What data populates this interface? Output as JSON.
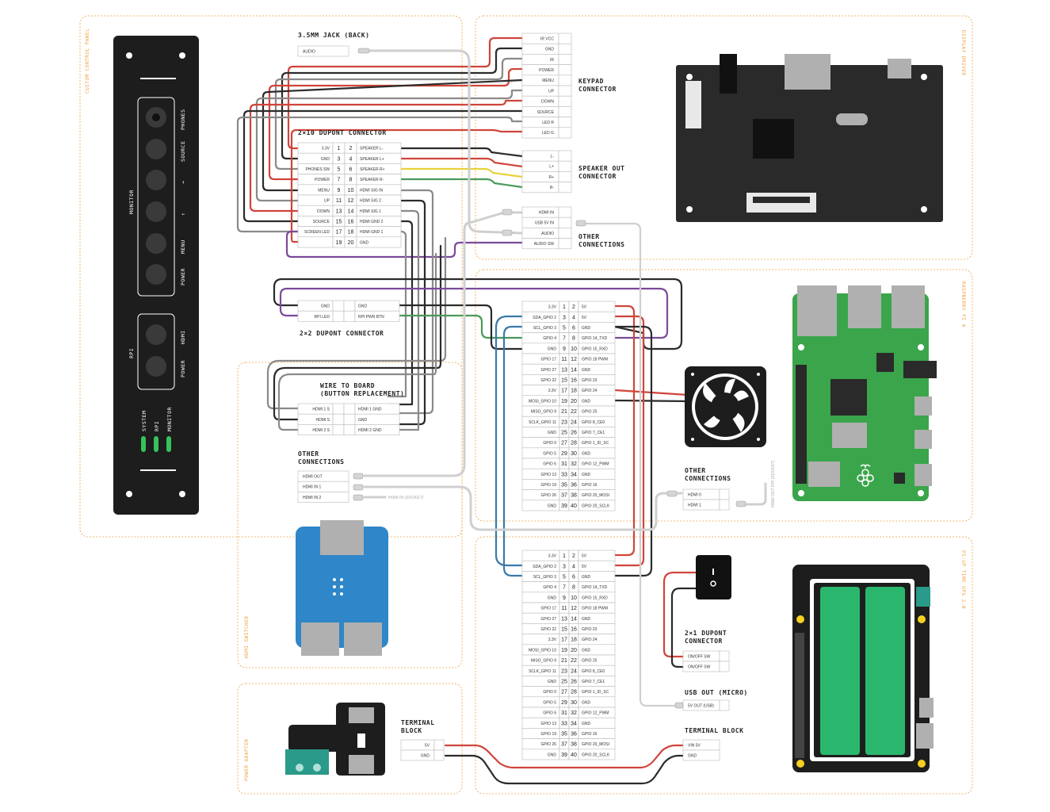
{
  "sections": {
    "custom_control_panel": "CUSTOM CONTROL PANEL",
    "display_driver": "DISPLAY DRIVER",
    "raspberry_pi": "RASPBERRY PI 4",
    "ups": "PI-UP TIME UPS 2.0",
    "hdmi_switcher": "HDMI SWITCHER",
    "power_adapter": "POWER ADAPTER"
  },
  "panel": {
    "monitor": "MONITOR",
    "rpi": "RPI",
    "buttons": [
      "PHONES",
      "SOURCE",
      "→",
      "↑",
      "MENU",
      "POWER"
    ],
    "rpi_buttons": [
      "HDMI",
      "POWER"
    ],
    "leds": [
      "SYSTEM",
      "RPI",
      "MONITOR"
    ]
  },
  "labels": {
    "jack": "3.5MM JACK (BACK)",
    "dupont_2x10": "2×10 DUPONT CONNECTOR",
    "keypad": [
      "KEYPAD",
      "CONNECTOR"
    ],
    "speaker_out": [
      "SPEAKER OUT",
      "CONNECTOR"
    ],
    "other_connections_dd": [
      "OTHER",
      "CONNECTIONS"
    ],
    "dupont_2x2": "2×2 DUPONT CONNECTOR",
    "wire_to_board": [
      "WIRE TO BOARD",
      "(BUTTON REPLACEMENT)"
    ],
    "other_connections_sw": [
      "OTHER",
      "CONNECTIONS"
    ],
    "other_connections_pi": [
      "OTHER",
      "CONNECTIONS"
    ],
    "dupont_2x1": [
      "2×1 DUPONT",
      "CONNECTOR"
    ],
    "usb_out": "USB OUT (MICRO)",
    "terminal_block_left": [
      "TERMINAL",
      "BLOCK"
    ],
    "terminal_block_right": "TERMINAL BLOCK",
    "hdmi_in_socket": "HDMI IN (SOCKET)",
    "hdmi_out_rpi": "HDMI OUT RPI (SOCKET)"
  },
  "jack_table": [
    "AUDIO"
  ],
  "keypad_table": [
    "IR VCC",
    "GND",
    "IR",
    "POWER",
    "MENU",
    "UP",
    "DOWN",
    "SOURCE",
    "LED R",
    "LED G"
  ],
  "speaker_table": [
    "L-",
    "L+",
    "R+",
    "R-"
  ],
  "other_dd_table": [
    "HDMI IN",
    "USB 5V IN",
    "AUDIO",
    "AUDIO SW"
  ],
  "dupont_2x10_rows": [
    {
      "l": "3.3V",
      "a": "1",
      "b": "2",
      "r": "SPEAKER L-"
    },
    {
      "l": "GND",
      "a": "3",
      "b": "4",
      "r": "SPEAKER L+"
    },
    {
      "l": "PHONES SW",
      "a": "5",
      "b": "6",
      "r": "SPEAKER R+"
    },
    {
      "l": "POWER",
      "a": "7",
      "b": "8",
      "r": "SPEAKER R-"
    },
    {
      "l": "MENU",
      "a": "9",
      "b": "10",
      "r": "HDMI SIG IN"
    },
    {
      "l": "UP",
      "a": "11",
      "b": "12",
      "r": "HDMI SIG 2"
    },
    {
      "l": "DOWN",
      "a": "13",
      "b": "14",
      "r": "HDMI SIG 1"
    },
    {
      "l": "SOURCE",
      "a": "15",
      "b": "16",
      "r": "HDMI GND 2"
    },
    {
      "l": "SCREEN LED",
      "a": "17",
      "b": "18",
      "r": "HDMI GND 1"
    },
    {
      "l": "",
      "a": "19",
      "b": "20",
      "r": "GND"
    }
  ],
  "dupont_2x2_rows": [
    {
      "l": "GND",
      "r": "GND"
    },
    {
      "l": "RPI LED",
      "r": "RPI PWR BTN"
    }
  ],
  "wire_board_rows": [
    {
      "l": "HDMI 1 S",
      "r": "HDMI 1 GND"
    },
    {
      "l": "HDMI S",
      "r": "GND"
    },
    {
      "l": "HDMI 2 S",
      "r": "HDMI 2 GND"
    }
  ],
  "switcher_table": [
    "HDMI OUT",
    "HDMI IN 1",
    "HDMI IN 2"
  ],
  "pi_other_table": [
    "HDMI 0",
    "HDMI 1"
  ],
  "gpio_rows": [
    {
      "l": "3.3V",
      "a": "1",
      "b": "2",
      "r": "5V"
    },
    {
      "l": "SDA_GPIO 2",
      "a": "3",
      "b": "4",
      "r": "5V"
    },
    {
      "l": "SCL_GPIO 3",
      "a": "5",
      "b": "6",
      "r": "GND"
    },
    {
      "l": "GPIO 4",
      "a": "7",
      "b": "8",
      "r": "GPIO 14_TXD"
    },
    {
      "l": "GND",
      "a": "9",
      "b": "10",
      "r": "GPIO 15_RXD"
    },
    {
      "l": "GPIO 17",
      "a": "11",
      "b": "12",
      "r": "GPIO 18 PWM"
    },
    {
      "l": "GPIO 27",
      "a": "13",
      "b": "14",
      "r": "GND"
    },
    {
      "l": "GPIO 22",
      "a": "15",
      "b": "16",
      "r": "GPIO 23"
    },
    {
      "l": "3.3V",
      "a": "17",
      "b": "18",
      "r": "GPIO 24"
    },
    {
      "l": "MOSI_GPIO 10",
      "a": "19",
      "b": "20",
      "r": "GND"
    },
    {
      "l": "MISO_GPIO 9",
      "a": "21",
      "b": "22",
      "r": "GPIO 25"
    },
    {
      "l": "SCLK_GPIO 11",
      "a": "23",
      "b": "24",
      "r": "GPIO 8_CE0"
    },
    {
      "l": "GND",
      "a": "25",
      "b": "26",
      "r": "GPIO 7_CE1"
    },
    {
      "l": "GPIO 0",
      "a": "27",
      "b": "28",
      "r": "GPIO 1_ID_SC"
    },
    {
      "l": "GPIO 5",
      "a": "29",
      "b": "30",
      "r": "GND"
    },
    {
      "l": "GPIO 6",
      "a": "31",
      "b": "32",
      "r": "GPIO 12_PWM"
    },
    {
      "l": "GPIO 13",
      "a": "33",
      "b": "34",
      "r": "GND"
    },
    {
      "l": "GPIO 19",
      "a": "35",
      "b": "36",
      "r": "GPIO 16"
    },
    {
      "l": "GPIO 26",
      "a": "37",
      "b": "38",
      "r": "GPIO 20_MOSI"
    },
    {
      "l": "GND",
      "a": "39",
      "b": "40",
      "r": "GPIO 20_SCLK"
    }
  ],
  "onoff_table": [
    "ON/OFF SW",
    "ON/OFF SW"
  ],
  "usb_out_table": [
    "5V OUT (USB)"
  ],
  "tb_left_table": [
    "5V",
    "GND"
  ],
  "tb_right_table": [
    "VIN 5V",
    "GND"
  ],
  "colors": {
    "red": "#d0453a",
    "black": "#2b2b2b",
    "gray": "#8a8a8a",
    "yellow": "#e8d23a",
    "green": "#4a9a5a",
    "purple": "#7b4a9a",
    "blue": "#3a7aa8",
    "lightgray": "#cfcfcf",
    "section": "#f0a040",
    "pcb_green": "#3aa54a",
    "pcb_dark": "#2a2a2a",
    "led_green": "#37c25a",
    "battery": "#2bb66e",
    "switcher_blue": "#2f86c8",
    "teal": "#2a9a8a"
  }
}
